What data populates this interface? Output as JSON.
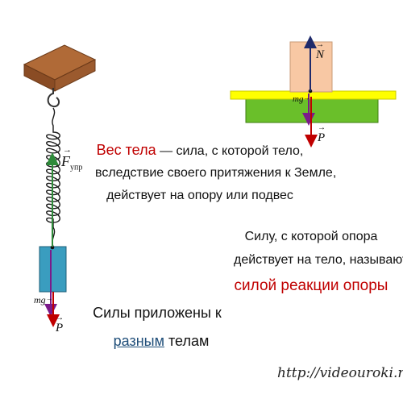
{
  "definition": {
    "term": "Вес тела",
    "line1_rest": " — сила, с которой тело,",
    "line2": "вследствие своего притяжения к Земле,",
    "line3": "действует на опору или подвес"
  },
  "reaction": {
    "line1": "Силу, с которой опора",
    "line2": "действует на тело, называют",
    "term": "силой реакции опоры"
  },
  "forces_note": {
    "line1": "Силы приложены к",
    "highlight": "разным",
    "rest": " телам"
  },
  "website": "http://videouroki.net",
  "labels": {
    "spring_force": "F",
    "spring_force_sub": "упр",
    "weight": "P",
    "gravity": "mg",
    "normal": "N"
  },
  "colors": {
    "wood": "#9b5a2e",
    "wood_top": "#b06a37",
    "hanging_block": "#3a9dbf",
    "table_block": "#f8c8a4",
    "yellow_surface": "#ffff00",
    "green_base": "#6abf2a",
    "weight_arrow": "#c00000",
    "gravity_arrow": "#7a1a8a",
    "spring_arrow": "#2e8b3a",
    "normal_arrow": "#1f2a6b",
    "highlight_red": "#c00000",
    "highlight_blue": "#1f4e79"
  }
}
